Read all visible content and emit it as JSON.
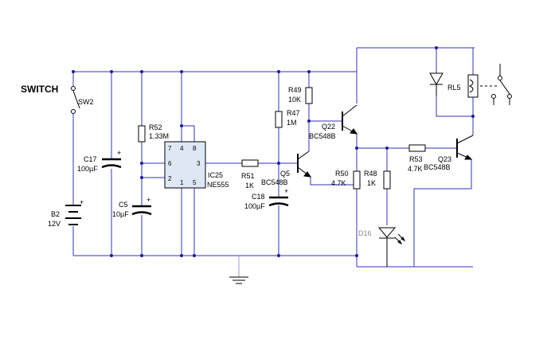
{
  "switch_title": "SWITCH",
  "components": {
    "sw2": "SW2",
    "b2": [
      "B2",
      "12V"
    ],
    "c17": [
      "C17",
      "100µF"
    ],
    "c5": [
      "C5",
      "10µF"
    ],
    "r52": [
      "R52",
      "1.33M"
    ],
    "ic25": [
      "IC25",
      "NE555"
    ],
    "ic_pins": [
      "7",
      "4",
      "8",
      "6",
      "3",
      "2",
      "1",
      "5"
    ],
    "r51": [
      "R51",
      "1K"
    ],
    "q5": [
      "Q5",
      "BC548B"
    ],
    "c18": [
      "C18",
      "100µF"
    ],
    "r49": [
      "R49",
      "10K"
    ],
    "r47": [
      "R47",
      "1M"
    ],
    "q22": [
      "Q22",
      "BC548B"
    ],
    "r50": [
      "R50",
      "4.7K"
    ],
    "r48": [
      "R48",
      "1K"
    ],
    "d16": "D16",
    "r53": [
      "R53",
      "4.7K"
    ],
    "q23": [
      "Q23",
      "BC548B"
    ],
    "rl5": "RL5"
  },
  "polarity": "+"
}
